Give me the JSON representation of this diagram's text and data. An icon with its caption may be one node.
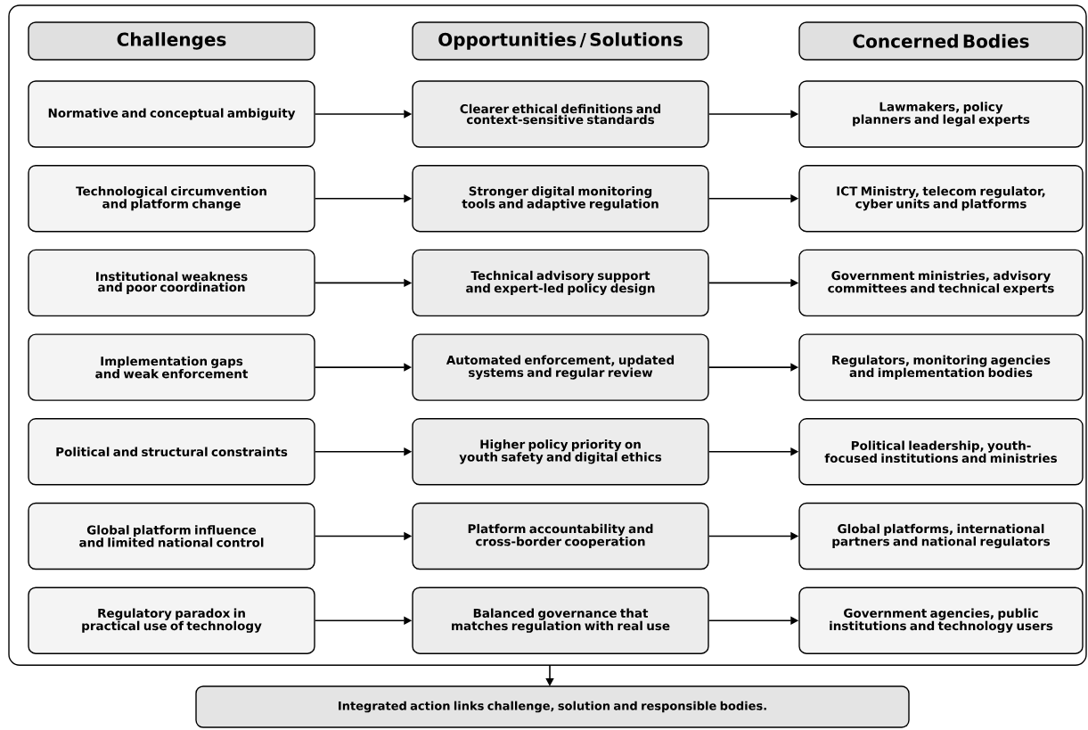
{
  "diagram": {
    "nodes": [
      {
        "text": [],
        "shape": "box"
      },
      {
        "text": [
          "Challenges"
        ],
        "in": 0
      },
      {
        "text": [
          "Opportunities / Solutions"
        ],
        "in": 0
      },
      {
        "text": [
          "Concerned Bodies"
        ],
        "in": 0
      },
      {
        "text": [
          "Normative and conceptual ambiguity"
        ],
        "in": 0
      },
      {
        "text": [
          "Clearer ethical definitions and context-sensitive standards"
        ],
        "in": 0
      },
      {
        "text": [
          "Lawmakers, policy planners and legal experts"
        ],
        "in": 0
      },
      {
        "text": [
          "Technological circumvention and platform change"
        ],
        "in": 0
      },
      {
        "text": [
          "Stronger digital monitoring tools and adaptive regulation"
        ],
        "in": 0
      },
      {
        "text": [
          "ICT Ministry, telecom regulator, cyber units and platforms"
        ],
        "in": 0
      },
      {
        "text": [
          "Institutional weakness and poor coordination"
        ],
        "in": 0
      },
      {
        "text": [
          "Technical advisory support and expert-led policy design"
        ],
        "in": 0
      },
      {
        "text": [
          "Government ministries, advisory committees and technical experts"
        ],
        "in": 0
      },
      {
        "text": [
          "Implementation gaps and weak enforcement"
        ],
        "in": 0
      },
      {
        "text": [
          "Automated enforcement, updated systems and regular review"
        ],
        "in": 0
      },
      {
        "text": [
          "Regulators, monitoring agencies and implementation bodies"
        ],
        "in": 0
      },
      {
        "text": [
          "Political and structural constraints"
        ],
        "in": 0
      },
      {
        "text": [
          "Higher policy priority on youth safety and digital ethics"
        ],
        "in": 0
      },
      {
        "text": [
          "Political leadership, youth-focused institutions and ministries"
        ],
        "in": 0
      },
      {
        "text": [
          "Global platform influence and limited national control"
        ],
        "in": 0
      },
      {
        "text": [
          "Platform accountability and cross-border cooperation"
        ],
        "in": 0
      },
      {
        "text": [
          "Global platforms, international partners and national regulators"
        ],
        "in": 0
      },
      {
        "text": [
          "Regulatory paradox in practical use of technology"
        ],
        "in": 0
      },
      {
        "text": [
          "Balanced governance that matches regulation with real use"
        ],
        "in": 0
      },
      {
        "text": [
          "Government agencies, public institutions and technology users"
        ],
        "in": 0
      },
      {
        "text": [
          "Integrated action links challenge, solution and responsible bodies."
        ]
      }
    ],
    "edges": [
      {
        "from": 4,
        "to": 5,
        "arrow": "to"
      },
      {
        "from": 5,
        "to": 6,
        "arrow": "to"
      },
      {
        "from": 7,
        "to": 8,
        "arrow": "to"
      },
      {
        "from": 8,
        "to": 9,
        "arrow": "to"
      },
      {
        "from": 10,
        "to": 11,
        "arrow": "to"
      },
      {
        "from": 11,
        "to": 12,
        "arrow": "to"
      },
      {
        "from": 13,
        "to": 14,
        "arrow": "to"
      },
      {
        "from": 14,
        "to": 15,
        "arrow": "to"
      },
      {
        "from": 16,
        "to": 17,
        "arrow": "to"
      },
      {
        "from": 17,
        "to": 18,
        "arrow": "to"
      },
      {
        "from": 19,
        "to": 20,
        "arrow": "to"
      },
      {
        "from": 20,
        "to": 21,
        "arrow": "to"
      },
      {
        "from": 22,
        "to": 23,
        "arrow": "to"
      },
      {
        "from": 23,
        "to": 24,
        "arrow": "to"
      },
      {
        "from": 0,
        "to": 25,
        "arrow": "to"
      }
    ]
  }
}
